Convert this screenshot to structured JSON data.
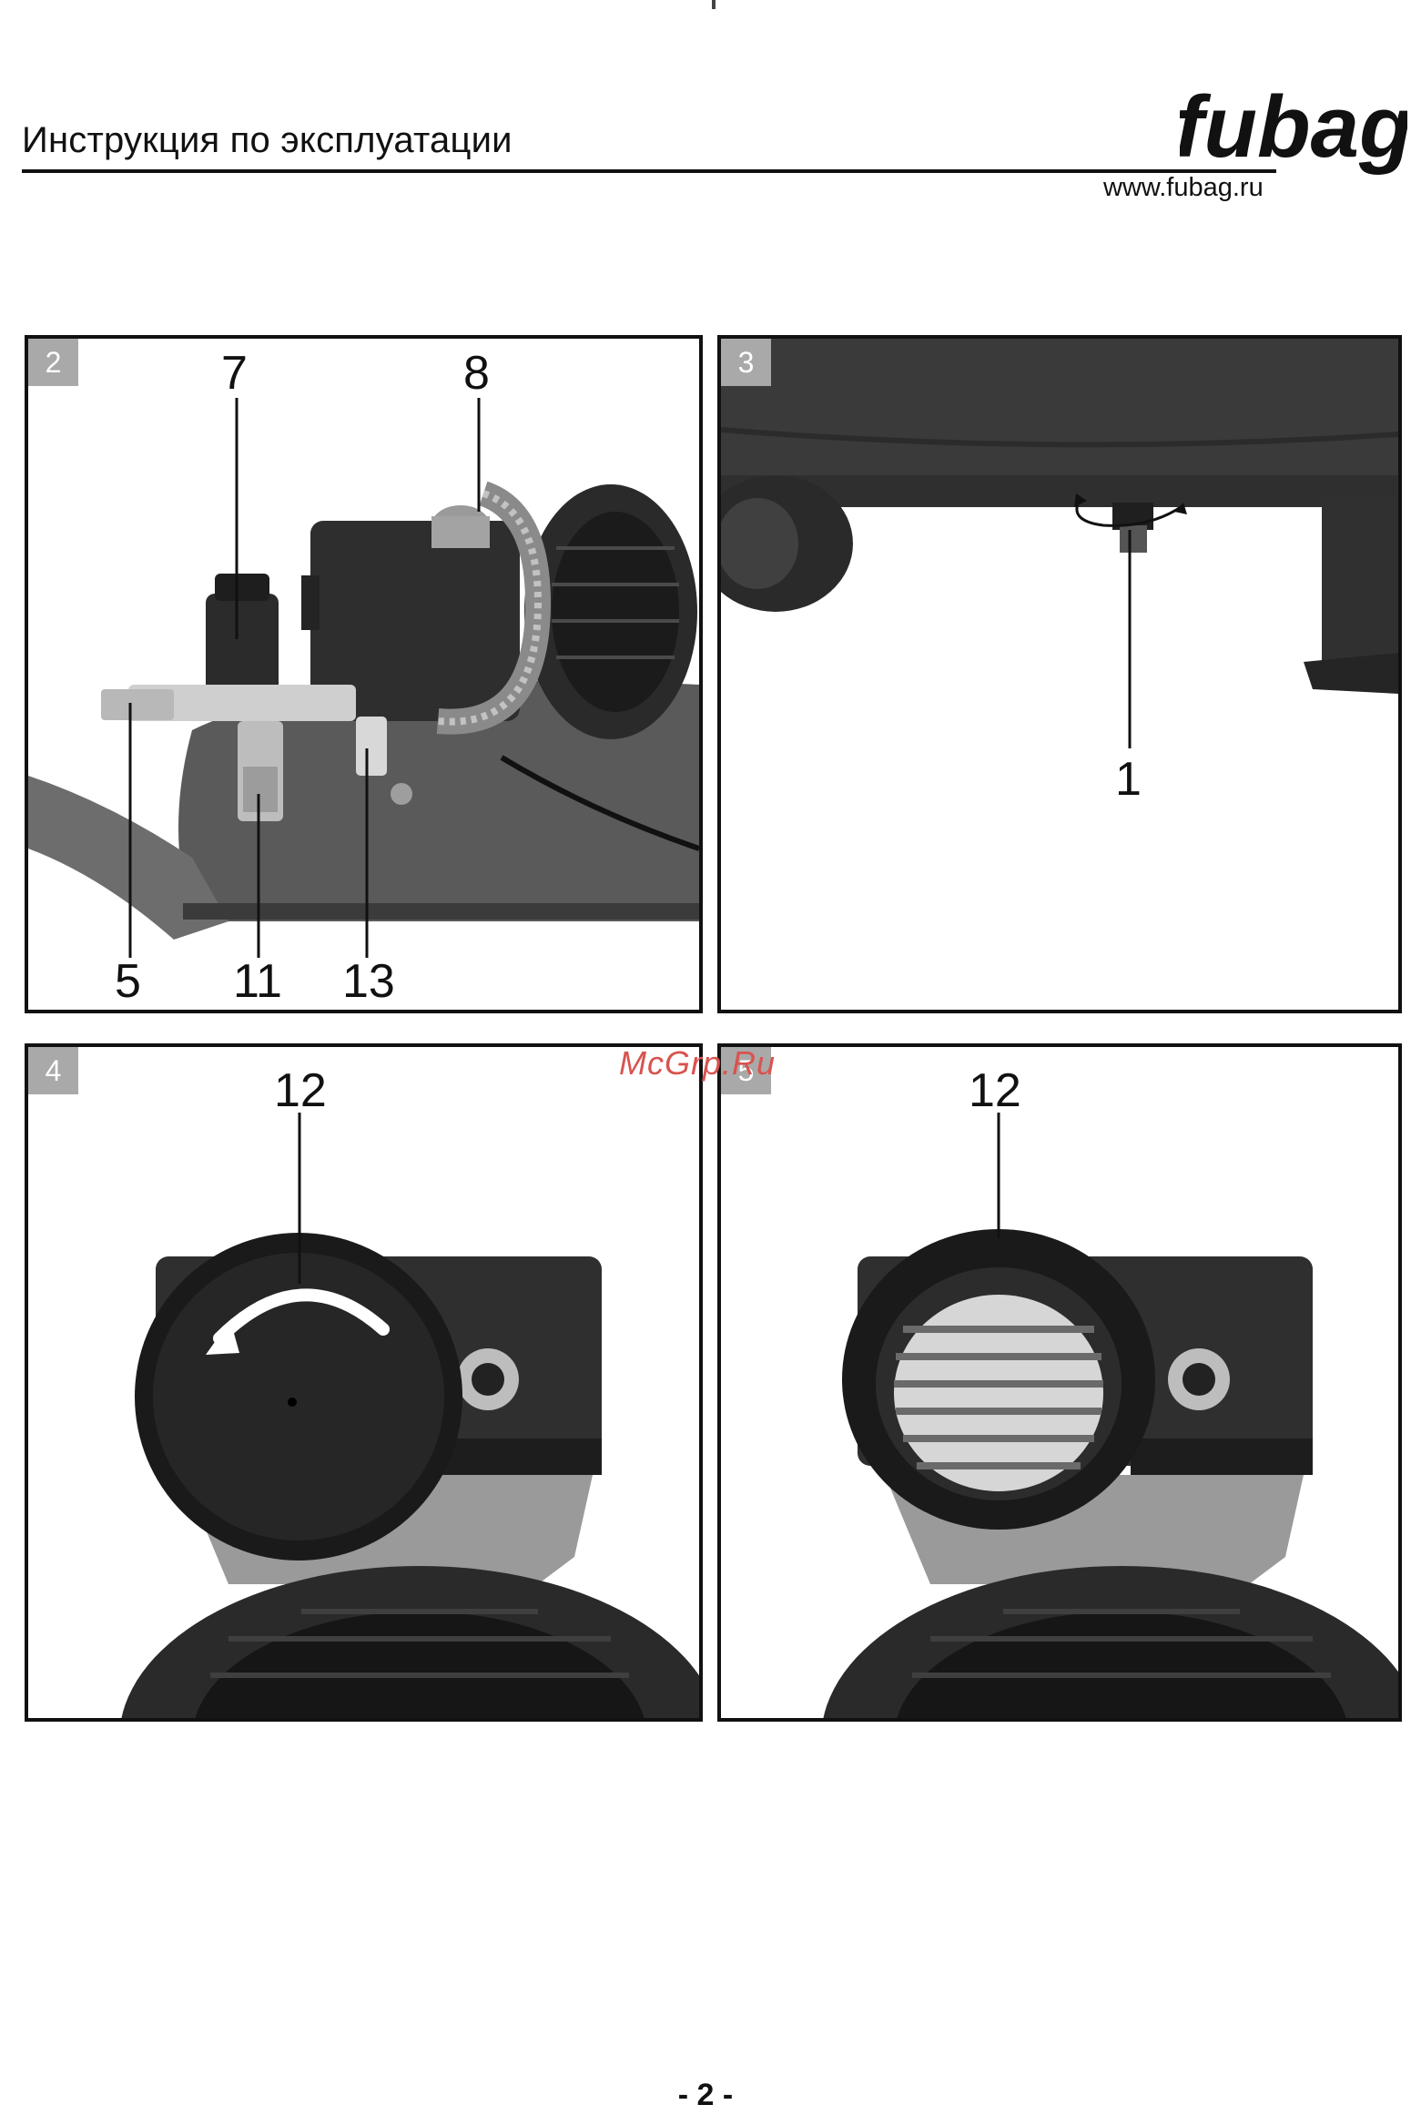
{
  "header": {
    "title": "Инструкция по эксплуатации",
    "brand": "fubag",
    "website": "www.fubag.ru"
  },
  "figures": [
    {
      "number": "2",
      "callouts": [
        "7",
        "8",
        "5",
        "11",
        "13"
      ]
    },
    {
      "number": "3",
      "callouts": [
        "1"
      ]
    },
    {
      "number": "4",
      "callouts": [
        "12"
      ]
    },
    {
      "number": "5",
      "callouts": [
        "12"
      ]
    }
  ],
  "watermark": "McGrp.Ru",
  "footer": {
    "page": "- 2 -"
  }
}
